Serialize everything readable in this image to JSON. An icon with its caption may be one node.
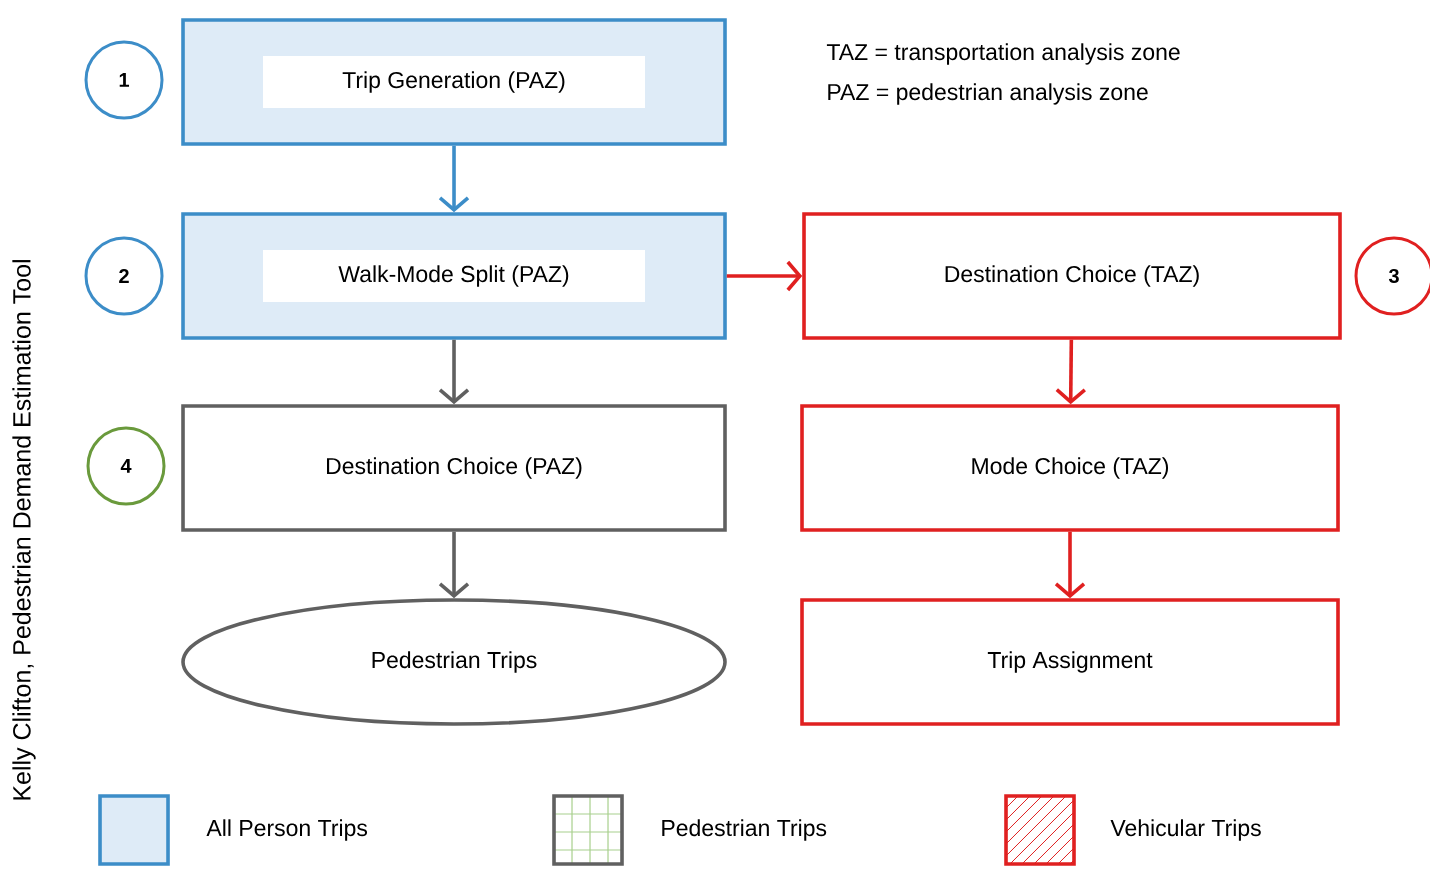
{
  "diagram": {
    "nodes": [
      {
        "text": [
          "Trip Generation (PAZ)"
        ]
      },
      {
        "text": [
          "Walk-Mode Split (PAZ)"
        ]
      },
      {
        "text": [
          "Destination Choice (TAZ)"
        ]
      },
      {
        "text": [
          "Destination Choice (PAZ)"
        ]
      },
      {
        "text": [
          "Mode Choice (TAZ)"
        ]
      },
      {
        "text": [
          "Pedestrian Trips"
        ]
      },
      {
        "text": [
          "Trip Assignment"
        ]
      },
      {
        "text": [
          "1"
        ]
      },
      {
        "text": [
          "2"
        ]
      },
      {
        "text": [
          "3"
        ]
      },
      {
        "text": [
          "4"
        ]
      }
    ],
    "edges": [
      {
        "from": 0,
        "to": 1,
        "arrow": "to",
        "color": "#3c8dc8"
      },
      {
        "from": 1,
        "to": 2,
        "arrow": "to",
        "color": "#e02020"
      },
      {
        "from": 1,
        "to": 3,
        "arrow": "to",
        "color": "#606060"
      },
      {
        "from": 2,
        "to": 4,
        "arrow": "to",
        "color": "#e02020"
      },
      {
        "from": 3,
        "to": 5,
        "arrow": "to",
        "color": "#606060"
      },
      {
        "from": 4,
        "to": 6,
        "arrow": "to",
        "color": "#e02020"
      }
    ],
    "labels": [
      "TAZ = transportation analysis zone",
      "PAZ = pedestrian analysis zone",
      "Kelly Clifton, Pedestrian Demand Estimation Tool"
    ],
    "legend": [
      {
        "text": "All Person Trips"
      },
      {
        "text": "Pedestrian Trips"
      },
      {
        "text": "Vehicular Trips"
      }
    ]
  }
}
